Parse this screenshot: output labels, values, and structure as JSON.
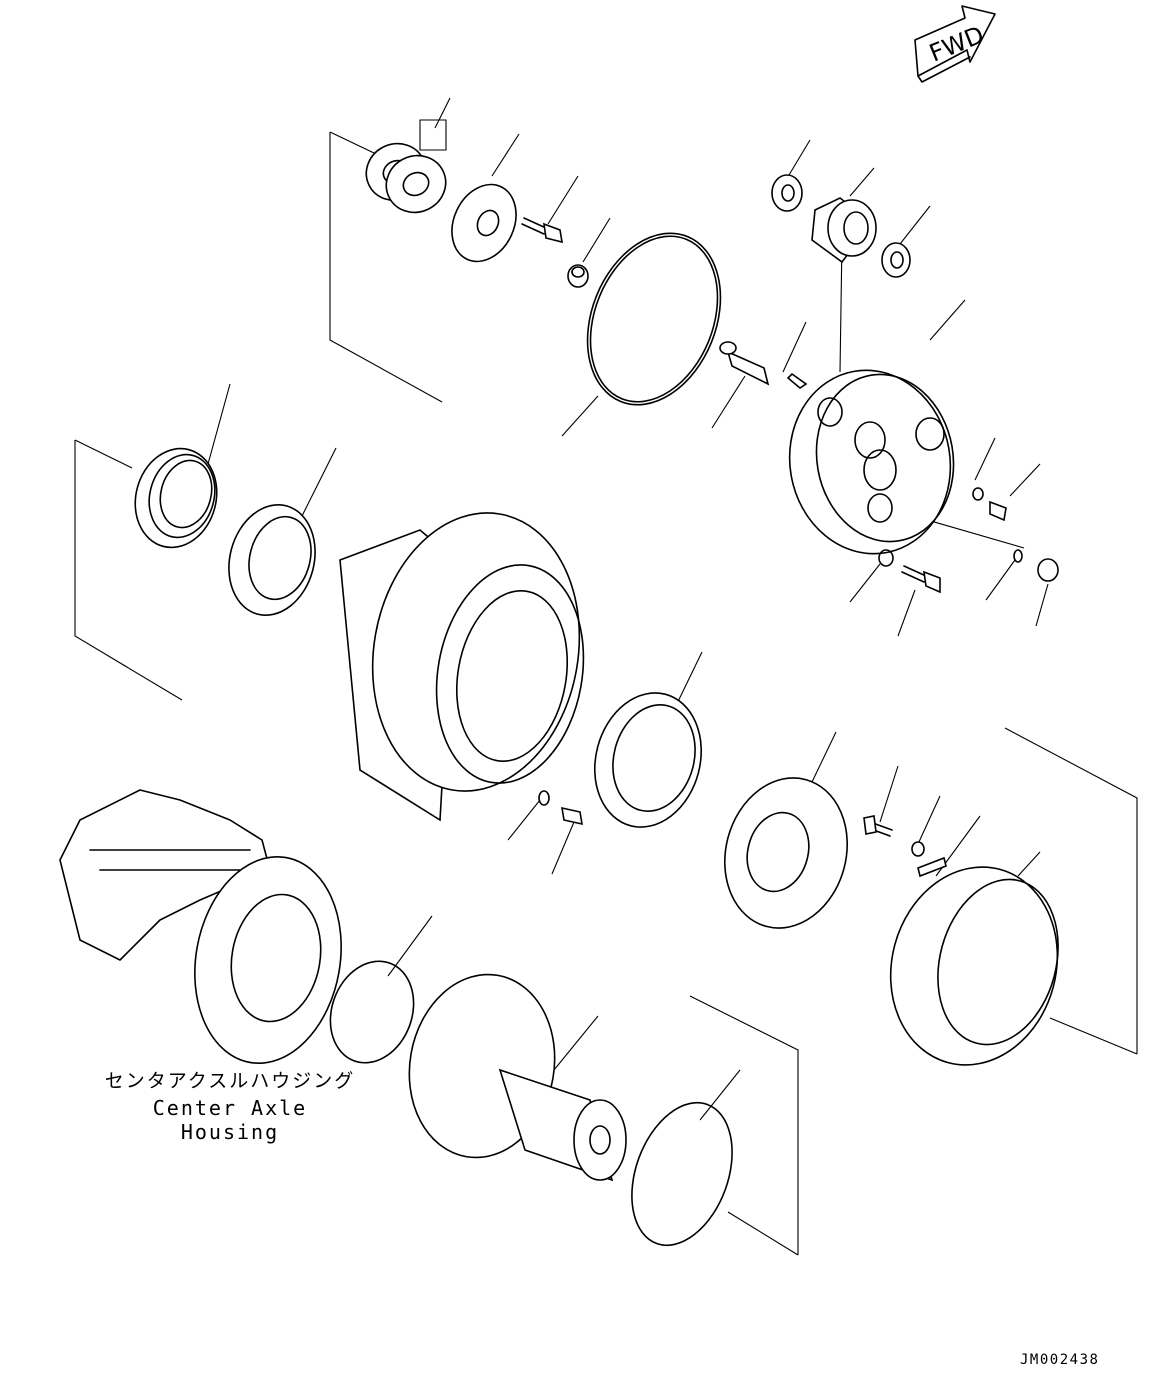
{
  "labels": {
    "housing_jp": "センタアクスルハウジング",
    "housing_en": "Center Axle Housing",
    "fwd": "FWD",
    "document_id": "JM002438"
  }
}
